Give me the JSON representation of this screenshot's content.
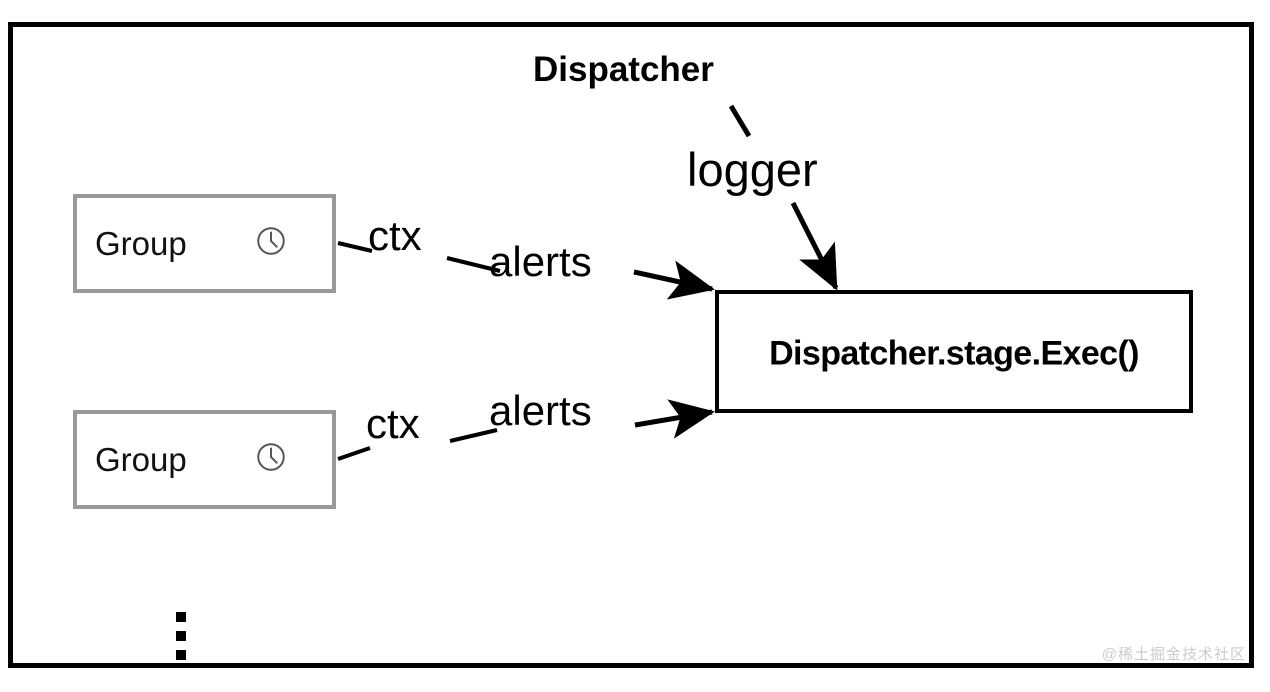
{
  "diagram": {
    "title": "Dispatcher",
    "frame": {
      "border_color": "#000000"
    },
    "groups": [
      {
        "label": "Group",
        "icon": "clock-icon"
      },
      {
        "label": "Group",
        "icon": "clock-icon"
      }
    ],
    "edges": [
      {
        "from": "group-1",
        "to": "dispatcher-stage-exec",
        "labels": [
          "ctx",
          "alerts"
        ]
      },
      {
        "from": "group-2",
        "to": "dispatcher-stage-exec",
        "labels": [
          "ctx",
          "alerts"
        ]
      },
      {
        "from": "logger",
        "to": "dispatcher-stage-exec",
        "labels": []
      }
    ],
    "labels": {
      "logger": "logger",
      "ctx_1": "ctx",
      "alerts_1": "alerts",
      "ctx_2": "ctx",
      "alerts_2": "alerts"
    },
    "exec_box": {
      "label": "Dispatcher.stage.Exec()"
    },
    "ellipsis": "vertical-ellipsis",
    "watermark": "@稀土掘金技术社区",
    "colors": {
      "frame": "#000000",
      "group_border": "#999999",
      "group_text": "#111111",
      "exec_border": "#000000",
      "exec_text": "#000000",
      "arrow": "#000000",
      "watermark": "#cccccc"
    }
  }
}
